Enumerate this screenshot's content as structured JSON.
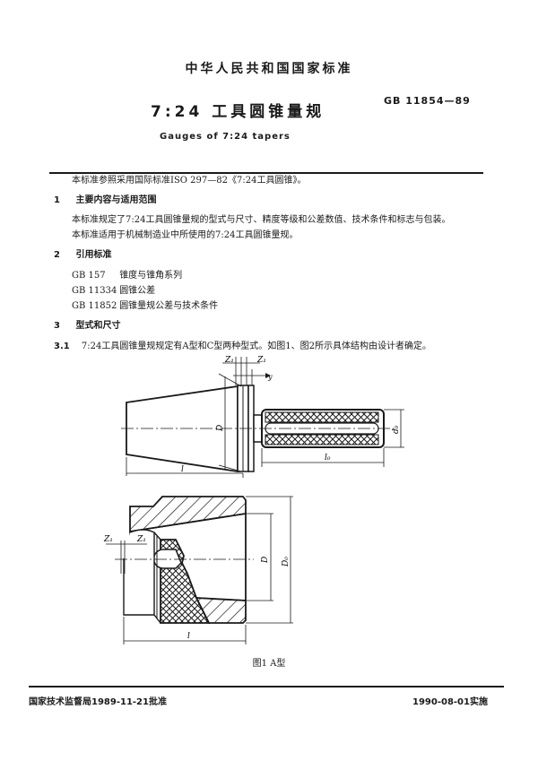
{
  "header": {
    "issuer": "中华人民共和国国家标准",
    "title": "7:24 工具圆锥量规",
    "title_en": "Gauges of 7:24 tapers",
    "standard_number": "GB 11854—89"
  },
  "intro": "本标准参照采用国际标准ISO 297—82《7:24工具圆锥》。",
  "sections": [
    {
      "number": "1",
      "heading": "主要内容与适用范围",
      "paragraphs": [
        "本标准规定了7:24工具圆锥量规的型式与尺寸、精度等级和公差数值、技术条件和标志与包装。",
        "本标准适用于机械制造业中所使用的7:24工具圆锥量规。"
      ]
    },
    {
      "number": "2",
      "heading": "引用标准",
      "references": [
        {
          "code": "GB 157",
          "title": "锥度与锥角系列"
        },
        {
          "code": "GB 11334",
          "title": "圆锥公差"
        },
        {
          "code": "GB 11852",
          "title": "圆锥量规公差与技术条件"
        }
      ]
    },
    {
      "number": "3",
      "heading": "型式和尺寸",
      "subsections": [
        {
          "number": "3.1",
          "text": "7:24工具圆锥量规规定有A型和C型两种型式。如图1、图2所示具体结构由设计者确定。"
        }
      ]
    }
  ],
  "figure": {
    "caption": "图1  A型",
    "labels": {
      "z1_left": "Z₁",
      "z1_right": "Z₁",
      "y": "y",
      "D": "D",
      "l": "l",
      "d0": "d₀",
      "l0": "l₀",
      "z1_lower_a": "Z₁",
      "z1_lower_b": "Z₁",
      "D_lower": "D",
      "D0": "D₀",
      "l_lower": "l"
    }
  },
  "footer": {
    "approval": "国家技术监督局1989-11-21批准",
    "implementation": "1990-08-01实施"
  }
}
